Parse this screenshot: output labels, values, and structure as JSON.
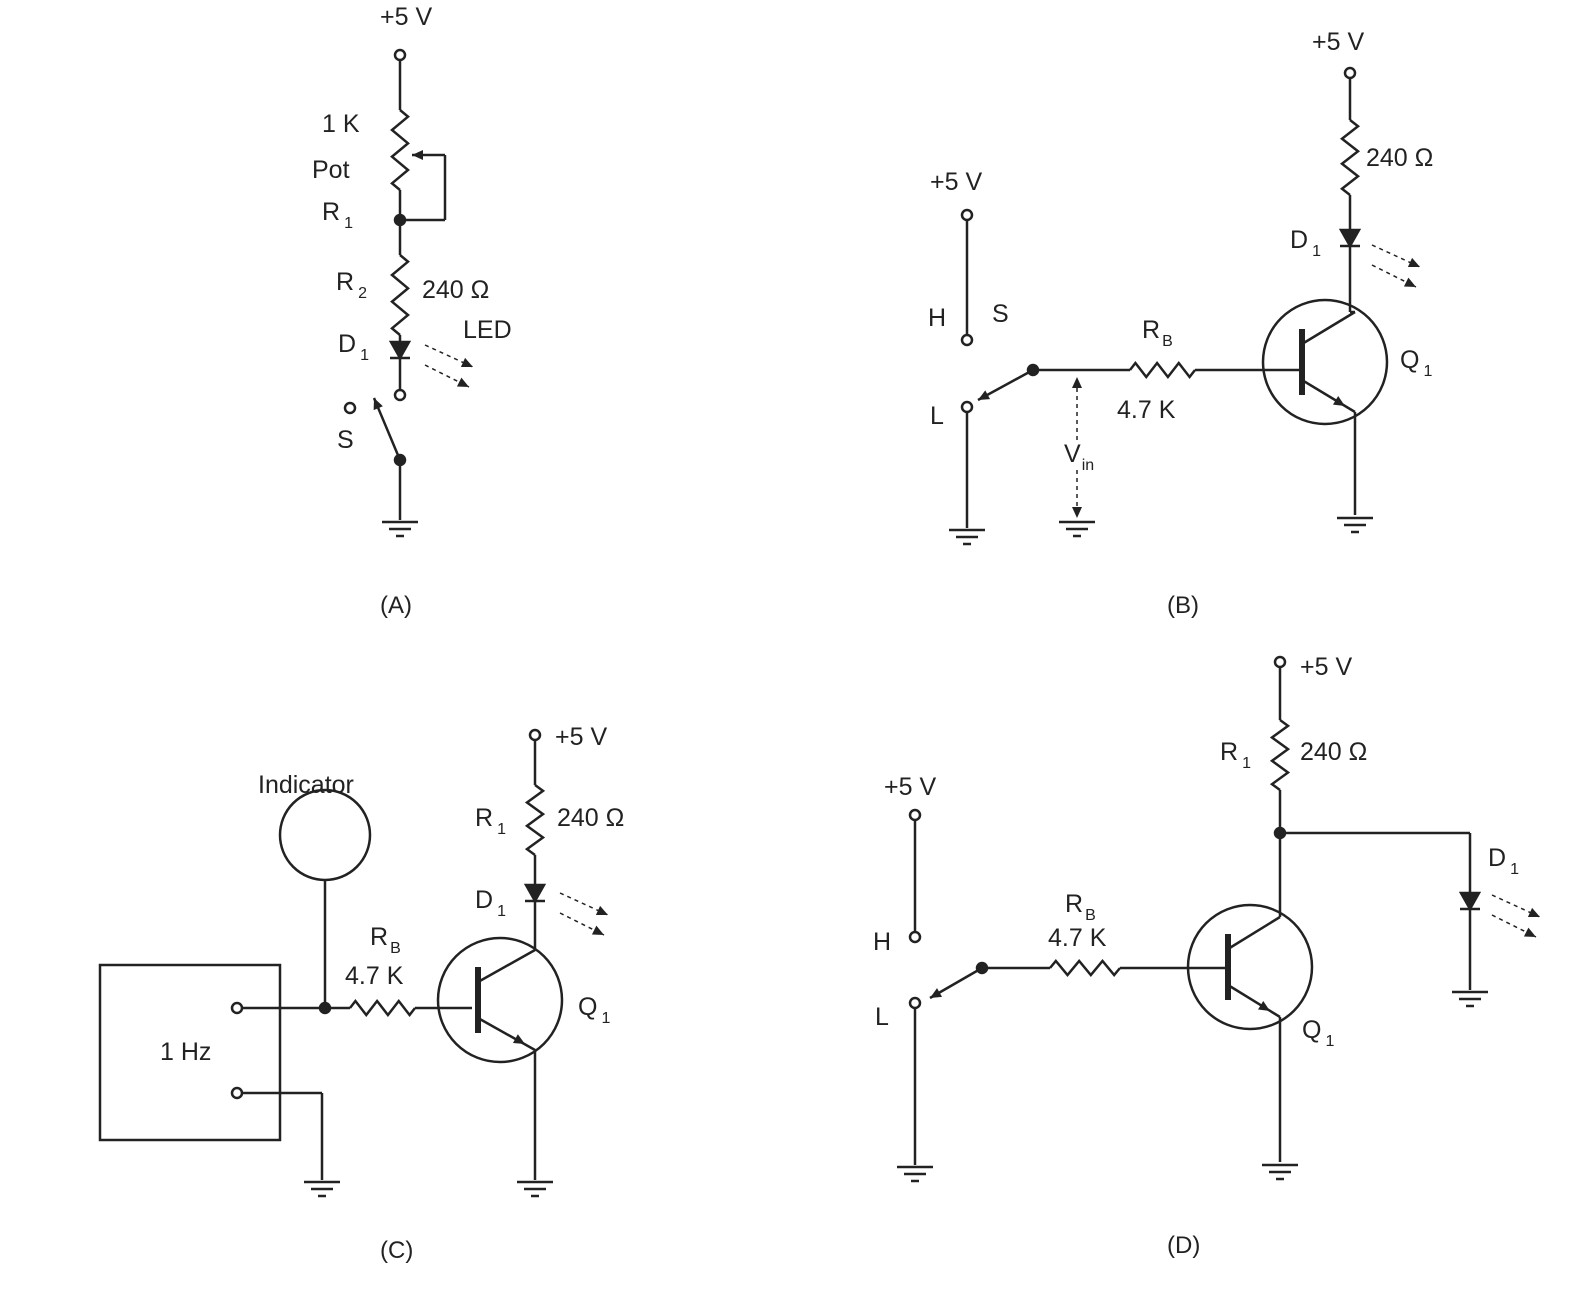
{
  "circuit_a": {
    "supply": "+5 V",
    "pot_value": "1 K",
    "pot_label": "Pot",
    "r1": {
      "t": "R",
      "s": "1"
    },
    "r2": {
      "t": "R",
      "s": "2"
    },
    "r2_value": "240 Ω",
    "d1": {
      "t": "D",
      "s": "1"
    },
    "led": "LED",
    "switch": "S",
    "caption": "(A)"
  },
  "circuit_b": {
    "supply_switch": "+5 V",
    "supply": "+5 V",
    "h": "H",
    "s": "S",
    "l": "L",
    "rb": {
      "t": "R",
      "s": "B"
    },
    "rb_value": "4.7 K",
    "vin": {
      "t": "V",
      "s": "in"
    },
    "r_value": "240 Ω",
    "d1": {
      "t": "D",
      "s": "1"
    },
    "q1": {
      "t": "Q",
      "s": "1"
    },
    "caption": "(B)"
  },
  "circuit_c": {
    "indicator": "Indicator",
    "generator": "1 Hz",
    "rb": {
      "t": "R",
      "s": "B"
    },
    "rb_value": "4.7 K",
    "supply": "+5 V",
    "r1": {
      "t": "R",
      "s": "1"
    },
    "r1_value": "240 Ω",
    "d1": {
      "t": "D",
      "s": "1"
    },
    "q1": {
      "t": "Q",
      "s": "1"
    },
    "caption": "(C)"
  },
  "circuit_d": {
    "supply_switch": "+5 V",
    "supply": "+5 V",
    "h": "H",
    "l": "L",
    "rb": {
      "t": "R",
      "s": "B"
    },
    "rb_value": "4.7 K",
    "r1": {
      "t": "R",
      "s": "1"
    },
    "r1_value": "240 Ω",
    "d1": {
      "t": "D",
      "s": "1"
    },
    "q1": {
      "t": "Q",
      "s": "1"
    },
    "caption": "(D)"
  }
}
